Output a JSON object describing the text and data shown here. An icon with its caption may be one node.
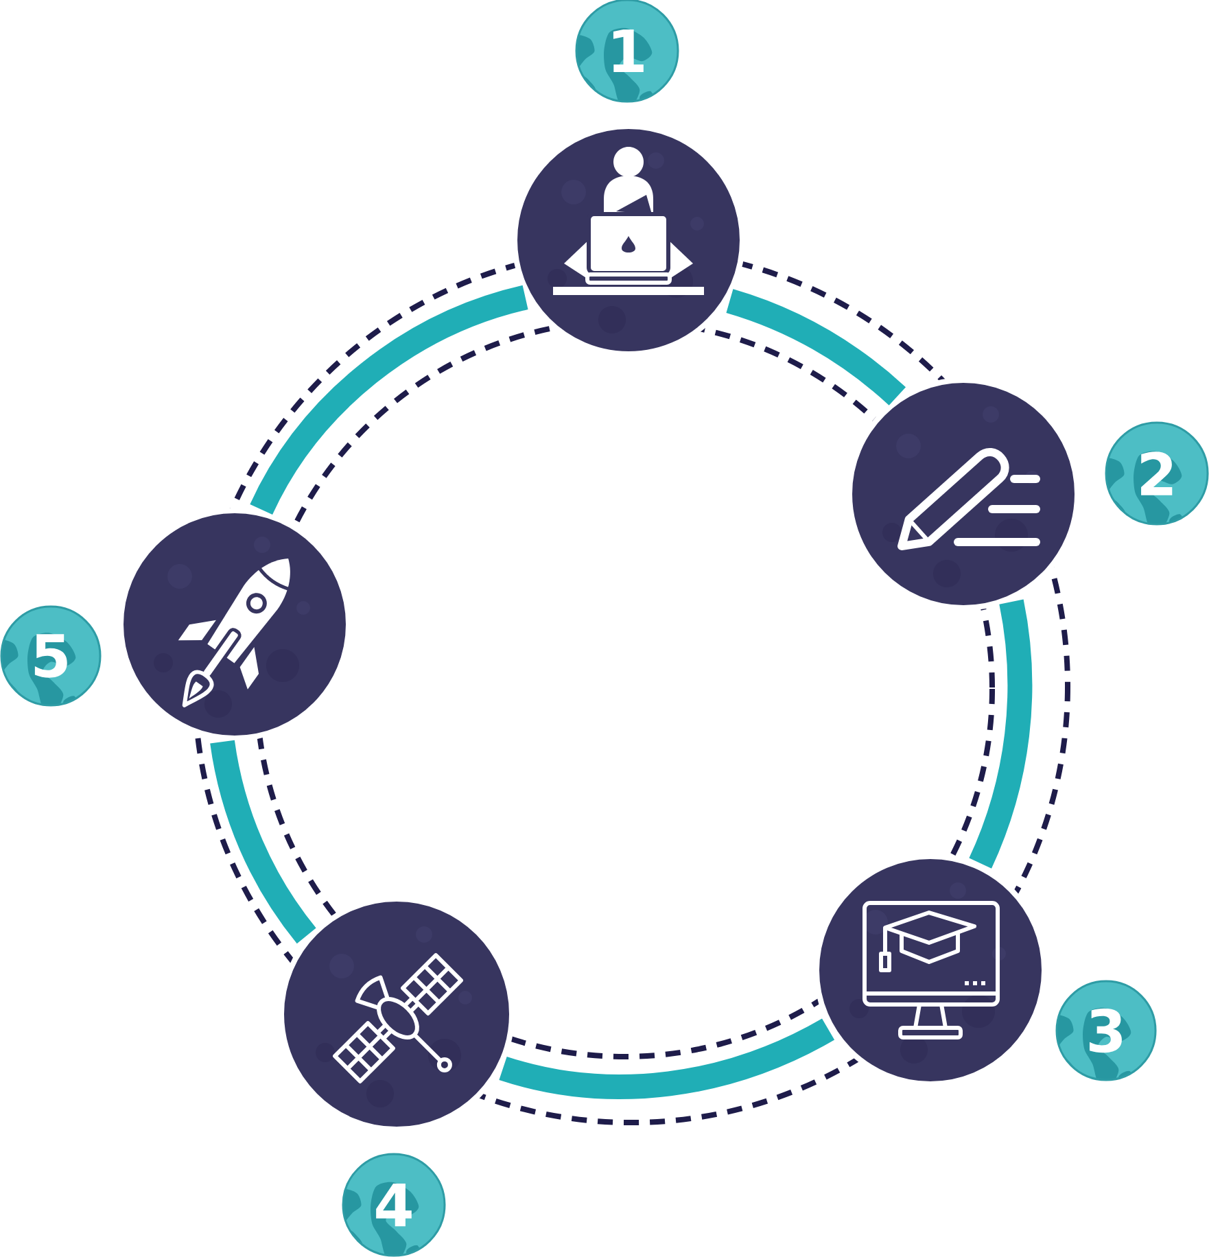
{
  "diagram": {
    "nodes": [
      {
        "text": [
          "1"
        ]
      },
      {
        "text": [],
        "shape": "circle"
      },
      {
        "text": [
          "2"
        ]
      },
      {
        "text": [],
        "shape": "circle"
      },
      {
        "text": [
          "3"
        ]
      },
      {
        "text": [],
        "shape": "circle"
      },
      {
        "text": [
          "4"
        ]
      },
      {
        "text": [],
        "shape": "circle"
      },
      {
        "text": [
          "5"
        ]
      },
      {
        "text": [],
        "shape": "circle"
      }
    ],
    "edges": [
      {
        "from": 1,
        "to": 3,
        "arrow": "none"
      },
      {
        "from": 3,
        "to": 5,
        "arrow": "none"
      },
      {
        "from": 5,
        "to": 7,
        "arrow": "none"
      },
      {
        "from": 7,
        "to": 9,
        "arrow": "none"
      },
      {
        "from": 9,
        "to": 1,
        "arrow": "none"
      }
    ]
  }
}
